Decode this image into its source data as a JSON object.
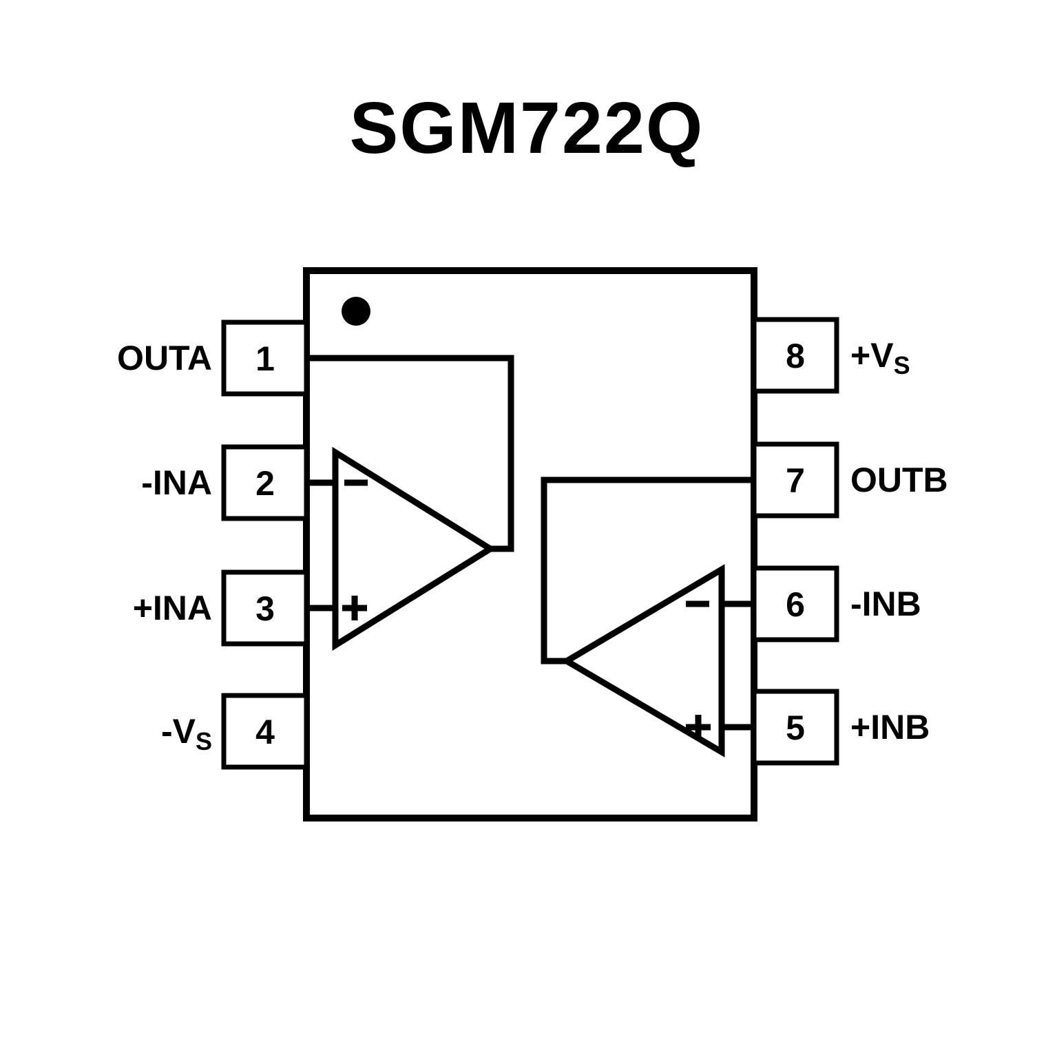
{
  "title": "SGM722Q",
  "colors": {
    "line": "#000000",
    "background": "#ffffff"
  },
  "chip": {
    "package_marker": "pin1-dot",
    "pins_left": [
      {
        "number": "1",
        "label": "OUTA",
        "label_sub": ""
      },
      {
        "number": "2",
        "label": "-INA",
        "label_sub": ""
      },
      {
        "number": "3",
        "label": "+INA",
        "label_sub": ""
      },
      {
        "number": "4",
        "label": "-V",
        "label_sub": "S"
      }
    ],
    "pins_right": [
      {
        "number": "8",
        "label": "+V",
        "label_sub": "S"
      },
      {
        "number": "7",
        "label": "OUTB",
        "label_sub": ""
      },
      {
        "number": "6",
        "label": "-INB",
        "label_sub": ""
      },
      {
        "number": "5",
        "label": "+INB",
        "label_sub": ""
      }
    ],
    "opamps": [
      {
        "name": "A",
        "inverting_pin": "2",
        "noninverting_pin": "3",
        "output_pin": "1"
      },
      {
        "name": "B",
        "inverting_pin": "6",
        "noninverting_pin": "5",
        "output_pin": "7"
      }
    ]
  }
}
